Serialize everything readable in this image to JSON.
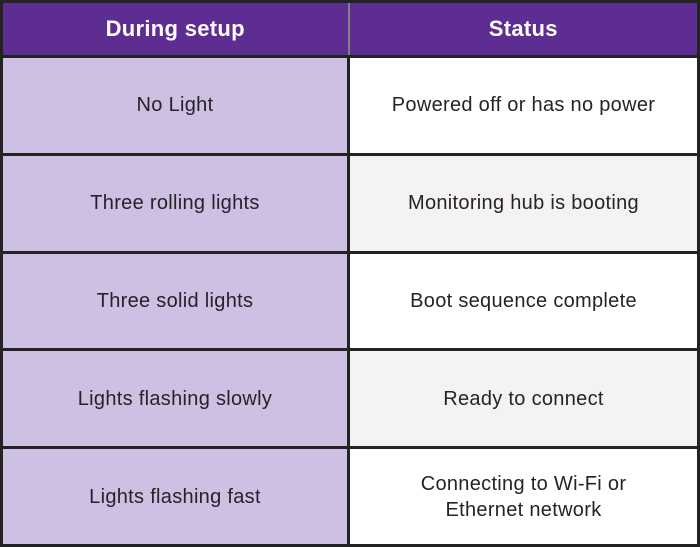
{
  "table": {
    "headers": {
      "setup": "During setup",
      "status": "Status"
    },
    "rows": [
      {
        "setup": "No Light",
        "status": "Powered off or has no power"
      },
      {
        "setup": "Three rolling lights",
        "status": "Monitoring hub is booting"
      },
      {
        "setup": "Three solid lights",
        "status": "Boot sequence complete"
      },
      {
        "setup": "Lights flashing slowly",
        "status": "Ready to connect"
      },
      {
        "setup": "Lights flashing fast",
        "status": "Connecting to Wi-Fi or Ethernet network"
      }
    ]
  },
  "colors": {
    "header_bg": "#5e2d91",
    "setup_cell_bg": "#cdc0e2",
    "status_odd_bg": "#ffffff",
    "status_even_bg": "#f4f3f1",
    "border": "#232323",
    "header_divider": "#808080",
    "header_text": "#ffffff",
    "body_text": "#262229"
  }
}
